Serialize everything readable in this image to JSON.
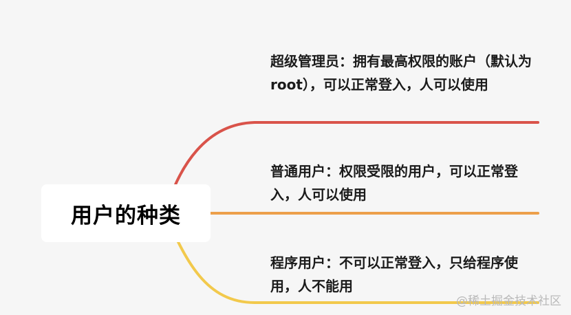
{
  "root": {
    "label": "用户的种类"
  },
  "branches": [
    {
      "text": "超级管理员：拥有最高权限的账户（默认为root），可以正常登入，人可以使用",
      "color": "#d9534a"
    },
    {
      "text": "普通用户：权限受限的用户，可以正常登入，人可以使用",
      "color": "#ec9f4a"
    },
    {
      "text": "程序用户：不可以正常登入，只给程序使用，人不能用",
      "color": "#f2c94c"
    }
  ],
  "watermark": "@稀土掘金技术社区"
}
